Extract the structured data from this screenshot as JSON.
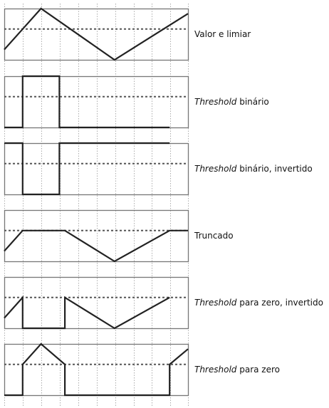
{
  "panels": [
    {
      "id": "value-threshold",
      "label": {
        "italic": "",
        "rest": "Valor e limiar"
      },
      "signal": [
        [
          0,
          0.2
        ],
        [
          0.1,
          0.6
        ],
        [
          0.2,
          1.0
        ],
        [
          0.6,
          0.0
        ],
        [
          1.0,
          0.9
        ]
      ]
    },
    {
      "id": "binary",
      "label": {
        "italic": "Threshold",
        "rest": " binário"
      },
      "signal": [
        [
          0,
          0.0
        ],
        [
          0.1,
          0.0
        ],
        [
          0.1,
          1.0
        ],
        [
          0.3,
          1.0
        ],
        [
          0.3,
          0.0
        ],
        [
          0.9,
          0.0
        ]
      ]
    },
    {
      "id": "binary-inverted",
      "label": {
        "italic": "Threshold",
        "rest": " binário, invertido"
      },
      "signal": [
        [
          0,
          1.0
        ],
        [
          0.1,
          1.0
        ],
        [
          0.1,
          0.0
        ],
        [
          0.3,
          0.0
        ],
        [
          0.3,
          1.0
        ],
        [
          0.9,
          1.0
        ]
      ]
    },
    {
      "id": "truncate",
      "label": {
        "italic": "",
        "rest": "Truncado"
      },
      "signal": [
        [
          0,
          0.2
        ],
        [
          0.1,
          0.6
        ],
        [
          0.33,
          0.6
        ],
        [
          0.6,
          0.0
        ],
        [
          0.9,
          0.6
        ],
        [
          1.0,
          0.6
        ]
      ]
    },
    {
      "id": "to-zero-inverted",
      "label": {
        "italic": "Threshold",
        "rest": " para zero, invertido"
      },
      "signal": [
        [
          0,
          0.2
        ],
        [
          0.1,
          0.6
        ],
        [
          0.1,
          0.0
        ],
        [
          0.33,
          0.0
        ],
        [
          0.33,
          0.6
        ],
        [
          0.6,
          0.0
        ],
        [
          0.9,
          0.6
        ]
      ]
    },
    {
      "id": "to-zero",
      "label": {
        "italic": "Threshold",
        "rest": " para zero"
      },
      "signal": [
        [
          0,
          0.0
        ],
        [
          0.1,
          0.0
        ],
        [
          0.1,
          0.6
        ],
        [
          0.2,
          1.0
        ],
        [
          0.33,
          0.6
        ],
        [
          0.33,
          0.0
        ],
        [
          0.9,
          0.0
        ],
        [
          0.9,
          0.6
        ],
        [
          1.0,
          0.9
        ]
      ]
    }
  ],
  "threshold_level": 0.6,
  "colors": {
    "signal": "#222222",
    "threshold": "#555555",
    "frame": "#777777",
    "guide": "#999999"
  }
}
